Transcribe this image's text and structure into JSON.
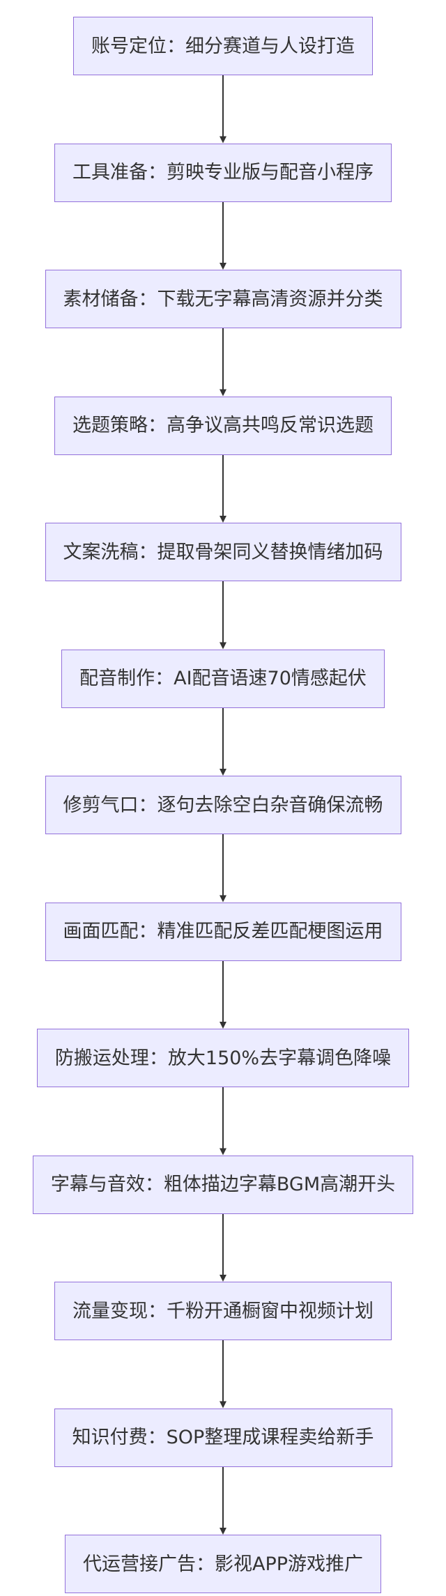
{
  "diagram": {
    "type": "flowchart",
    "direction": "top-to-bottom",
    "colors": {
      "node_fill": "#ECECFF",
      "node_border": "#9370DB",
      "text": "#333333",
      "edge": "#333333"
    },
    "nodes": [
      {
        "id": "n1",
        "label": "账号定位：细分赛道与人设打造"
      },
      {
        "id": "n2",
        "label": "工具准备：剪映专业版与配音小程序"
      },
      {
        "id": "n3",
        "label": "素材储备：下载无字幕高清资源并分类"
      },
      {
        "id": "n4",
        "label": "选题策略：高争议高共鸣反常识选题"
      },
      {
        "id": "n5",
        "label": "文案洗稿：提取骨架同义替换情绪加码"
      },
      {
        "id": "n6",
        "label": "配音制作：AI配音语速70情感起伏"
      },
      {
        "id": "n7",
        "label": "修剪气口：逐句去除空白杂音确保流畅"
      },
      {
        "id": "n8",
        "label": "画面匹配：精准匹配反差匹配梗图运用"
      },
      {
        "id": "n9",
        "label": "防搬运处理：放大150%去字幕调色降噪"
      },
      {
        "id": "n10",
        "label": "字幕与音效：粗体描边字幕BGM高潮开头"
      },
      {
        "id": "n11",
        "label": "流量变现：千粉开通橱窗中视频计划"
      },
      {
        "id": "n12",
        "label": "知识付费：SOP整理成课程卖给新手"
      },
      {
        "id": "n13",
        "label": "代运营接广告：影视APP游戏推广"
      }
    ],
    "edges": [
      {
        "from": "n1",
        "to": "n2"
      },
      {
        "from": "n2",
        "to": "n3"
      },
      {
        "from": "n3",
        "to": "n4"
      },
      {
        "from": "n4",
        "to": "n5"
      },
      {
        "from": "n5",
        "to": "n6"
      },
      {
        "from": "n6",
        "to": "n7"
      },
      {
        "from": "n7",
        "to": "n8"
      },
      {
        "from": "n8",
        "to": "n9"
      },
      {
        "from": "n9",
        "to": "n10"
      },
      {
        "from": "n10",
        "to": "n11"
      },
      {
        "from": "n11",
        "to": "n12"
      },
      {
        "from": "n12",
        "to": "n13"
      }
    ]
  }
}
